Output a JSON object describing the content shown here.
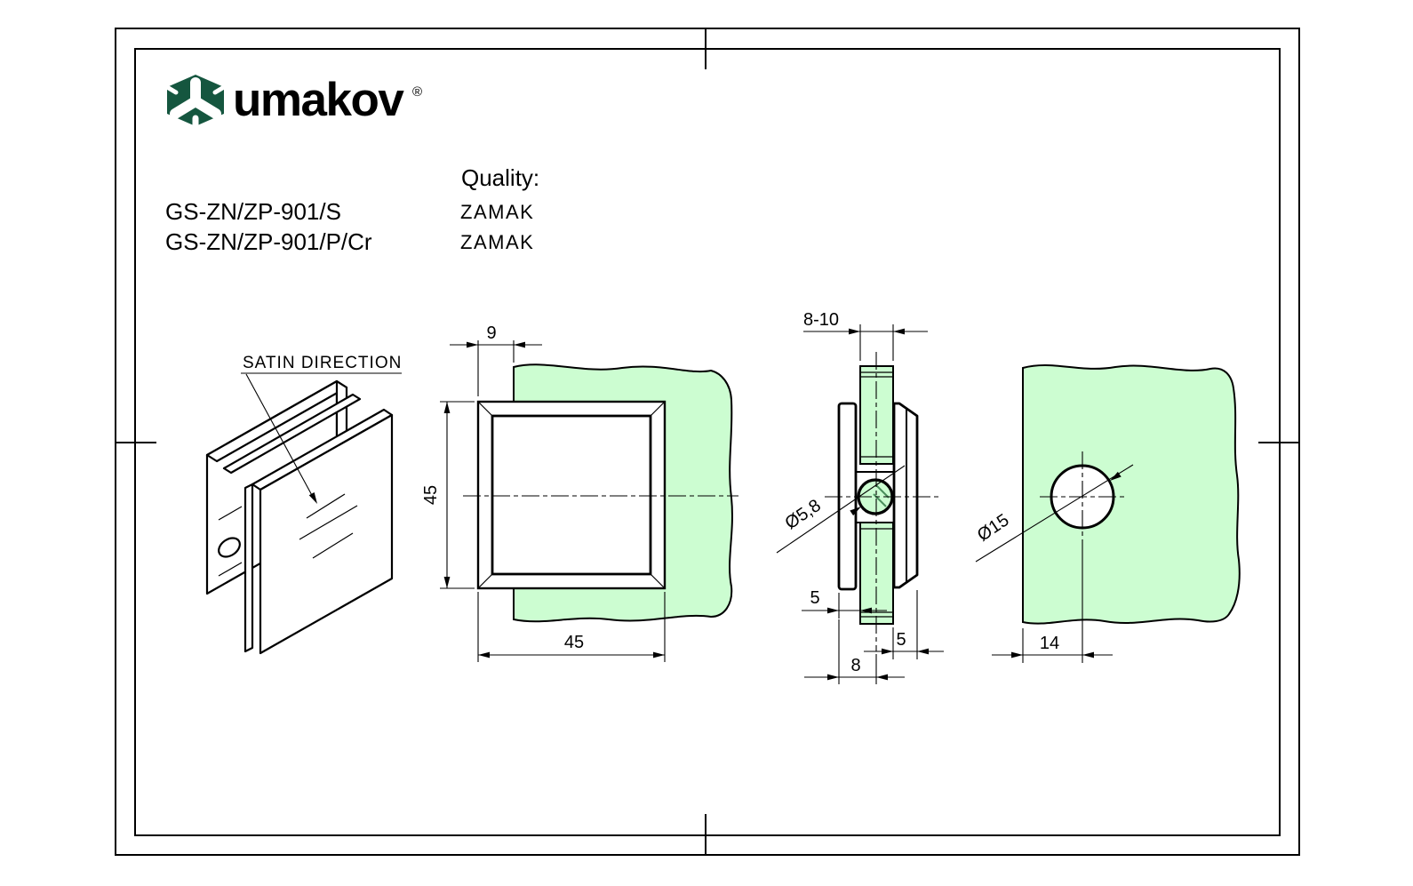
{
  "header": {
    "brand": "umakov",
    "registered": "®",
    "quality_label": "Quality:",
    "products": [
      {
        "code": "GS-ZN/ZP-901/S",
        "quality": "ZAMAK"
      },
      {
        "code": "GS-ZN/ZP-901/P/Cr",
        "quality": "ZAMAK"
      }
    ]
  },
  "annotations": {
    "satin_direction": "SATIN DIRECTION"
  },
  "dimensions": {
    "front_offset": "9",
    "front_height": "45",
    "front_width": "45",
    "glass_thickness": "8-10",
    "clamp_hole_diameter": "Ø5,8",
    "inset_left": "5",
    "inset_right": "5",
    "center_offset": "8",
    "glass_hole_diameter": "Ø15",
    "glass_hole_offset": "14"
  },
  "colors": {
    "brand_green": "#15563f",
    "glass_green": "#ccfdd1",
    "line": "#000000"
  }
}
